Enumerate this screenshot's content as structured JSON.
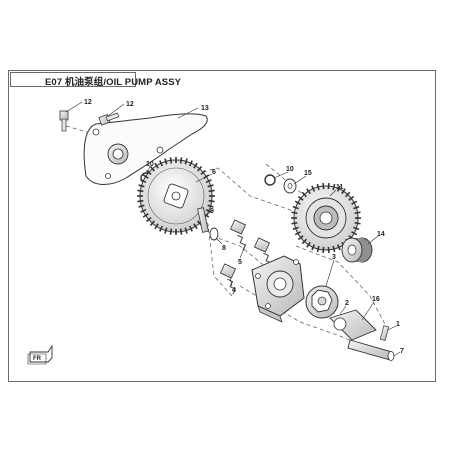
{
  "diagram": {
    "title": "E07 机油泵组/OIL PUMP ASSY",
    "callouts": [
      "12",
      "13",
      "12",
      "10",
      "6",
      "9",
      "8",
      "5",
      "4",
      "10",
      "15",
      "11",
      "14",
      "3",
      "2",
      "16",
      "1",
      "7"
    ],
    "fr_badge": "FR"
  },
  "colors": {
    "line": "#333333",
    "frame": "#6a6a6a",
    "fill_light": "#f2f2f2",
    "fill_mid": "#d6d6d6",
    "fill_dark": "#9a9a9a"
  }
}
